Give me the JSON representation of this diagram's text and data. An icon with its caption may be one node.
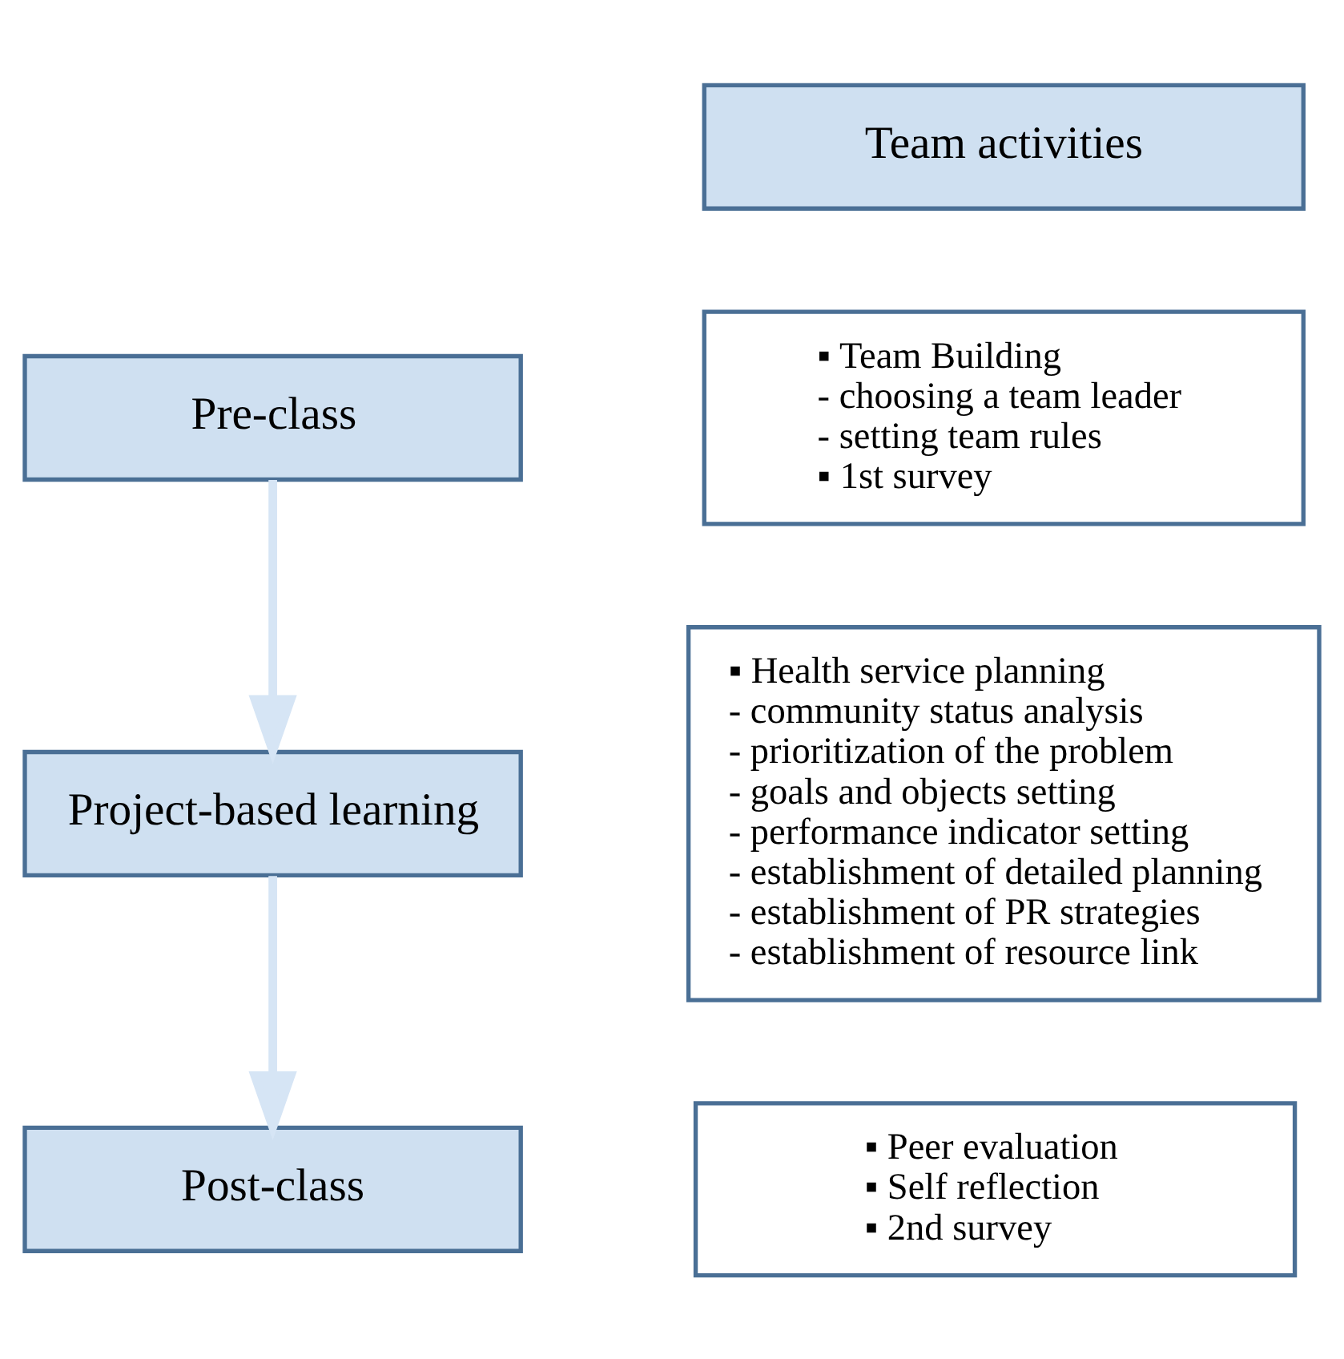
{
  "diagram": {
    "nodes": [
      {
        "text": [
          "Team activities"
        ]
      },
      {
        "text": [
          "Pre-class"
        ]
      },
      {
        "text": [
          "▪ Team Building",
          "- choosing a team leader",
          "- setting team rules",
          "▪ 1st survey"
        ]
      },
      {
        "text": [
          "Project-based learning"
        ]
      },
      {
        "text": [
          "▪ Health service planning",
          "- community status analysis",
          "- prioritization of the problem",
          "- goals and objects setting",
          "- performance indicator setting",
          "- establishment of detailed planning",
          "- establishment of PR strategies",
          "- establishment of resource link"
        ]
      },
      {
        "text": [
          "Post-class"
        ]
      },
      {
        "text": [
          "▪ Peer evaluation",
          "▪ Self reflection",
          "▪ 2nd survey"
        ]
      }
    ],
    "edges": [
      {
        "from": 1,
        "to": 3,
        "arrow": "to"
      },
      {
        "from": 3,
        "to": 5,
        "arrow": "to"
      }
    ]
  }
}
